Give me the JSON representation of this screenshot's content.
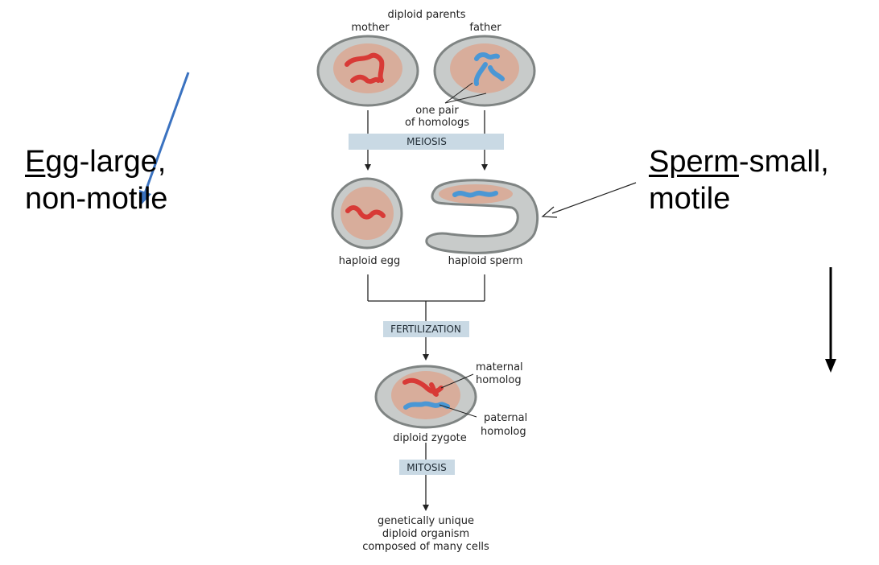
{
  "diagram": {
    "title": "diploid parents",
    "mother": "mother",
    "father": "father",
    "homologs_line1": "one pair",
    "homologs_line2": "of homologs",
    "meiosis": "MEIOSIS",
    "egg": "haploid egg",
    "sperm": "haploid sperm",
    "fertilization": "FERTILIZATION",
    "maternal_line1": "maternal",
    "maternal_line2": "homolog",
    "paternal_line1": "paternal",
    "paternal_line2": "homolog",
    "zygote": "diploid zygote",
    "mitosis": "MITOSIS",
    "organism_line1": "genetically unique",
    "organism_line2": "diploid organism",
    "organism_line3": "composed of many cells"
  },
  "annotations": {
    "egg_head": "E",
    "egg_tail1": "gg-large,",
    "egg_line2": "non-motile",
    "sperm_head": "Sperm",
    "sperm_tail1": "-small,",
    "sperm_line2": "motile"
  },
  "colors": {
    "cell_fill": "#c8cbca",
    "cell_stroke": "#7f8483",
    "nucleus": "#d8ad9b",
    "maternal_chromosome": "#d83a36",
    "paternal_chromosome": "#4a97d5",
    "stage_box": "#c9d9e4",
    "annotation_arrow": "#3a72c0"
  }
}
